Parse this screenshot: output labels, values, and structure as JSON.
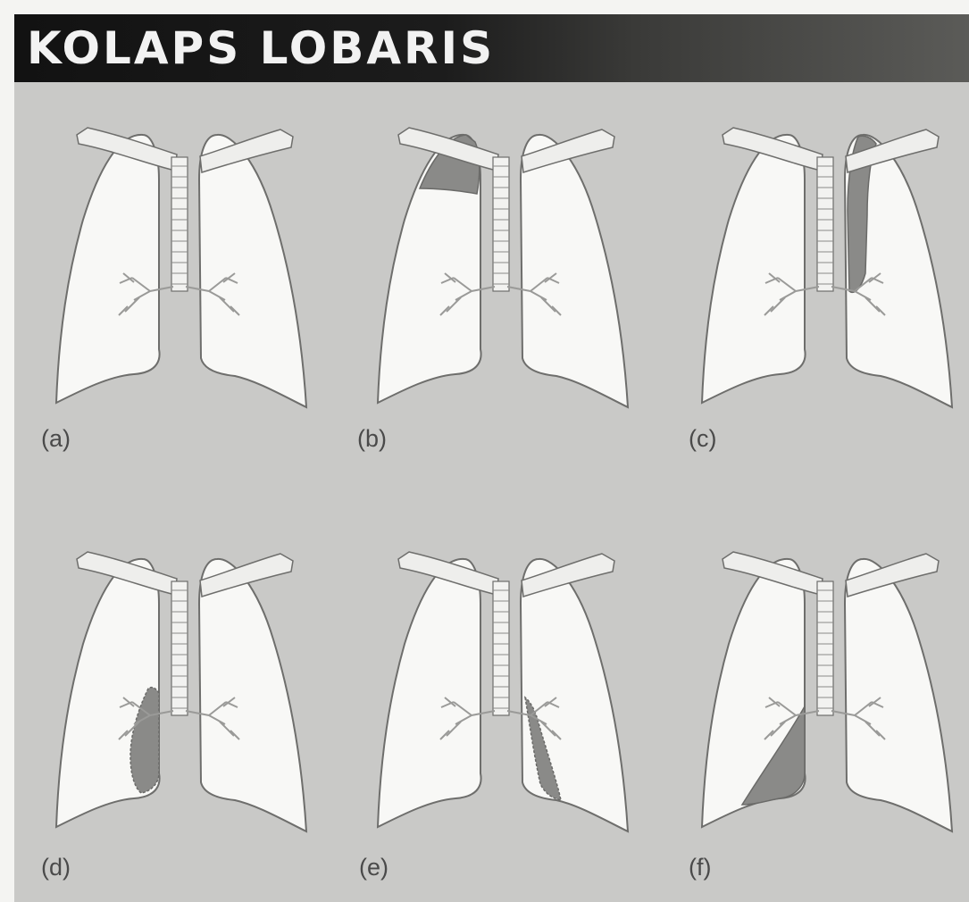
{
  "title": "KOLAPS LOBARIS",
  "colors": {
    "frame_bg": "#c9c9c7",
    "title_bg": "#161616",
    "title_text": "#f2f2f2",
    "lung_fill": "#f8f8f6",
    "lung_stroke": "#6e6e6c",
    "collapse_fill": "#8a8a88"
  },
  "panels": [
    {
      "label": "(a)",
      "collapsed_lobe": "none"
    },
    {
      "label": "(b)",
      "collapsed_lobe": "right-upper-lobe"
    },
    {
      "label": "(c)",
      "collapsed_lobe": "left-upper-lobe"
    },
    {
      "label": "(d)",
      "collapsed_lobe": "right-middle-lobe"
    },
    {
      "label": "(e)",
      "collapsed_lobe": "left-lower-lobe"
    },
    {
      "label": "(f)",
      "collapsed_lobe": "right-lower-lobe"
    }
  ]
}
